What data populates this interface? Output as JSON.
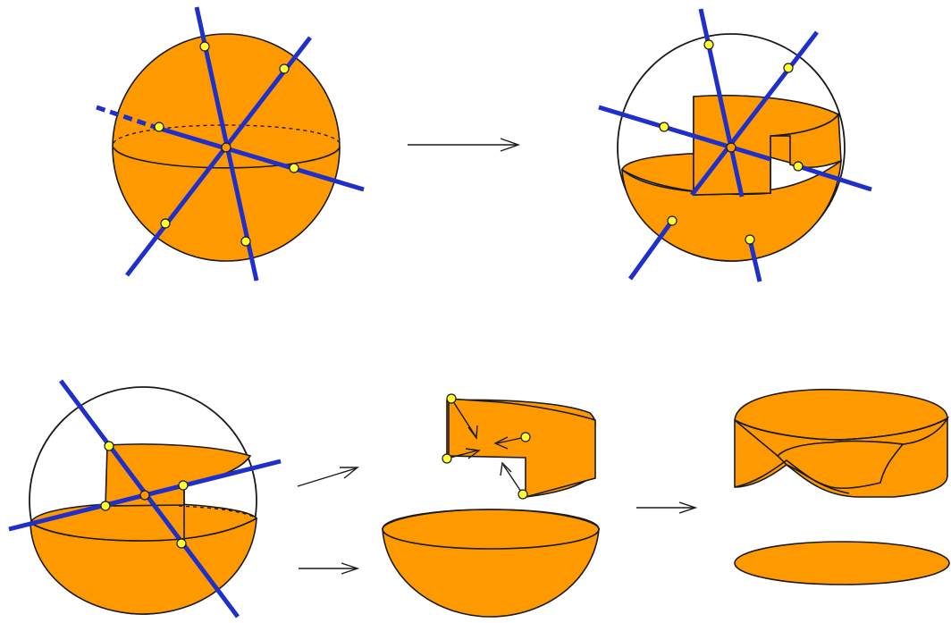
{
  "colors": {
    "orange": "#FF9900",
    "blue": "#1F2FCC",
    "yellow": "#FFFF33",
    "stroke": "#1A1A1A"
  },
  "panels": [
    "sphere-with-lines",
    "sphere-cut-open",
    "sphere-cut-band",
    "separated-pieces",
    "mobius-band-and-disk"
  ]
}
